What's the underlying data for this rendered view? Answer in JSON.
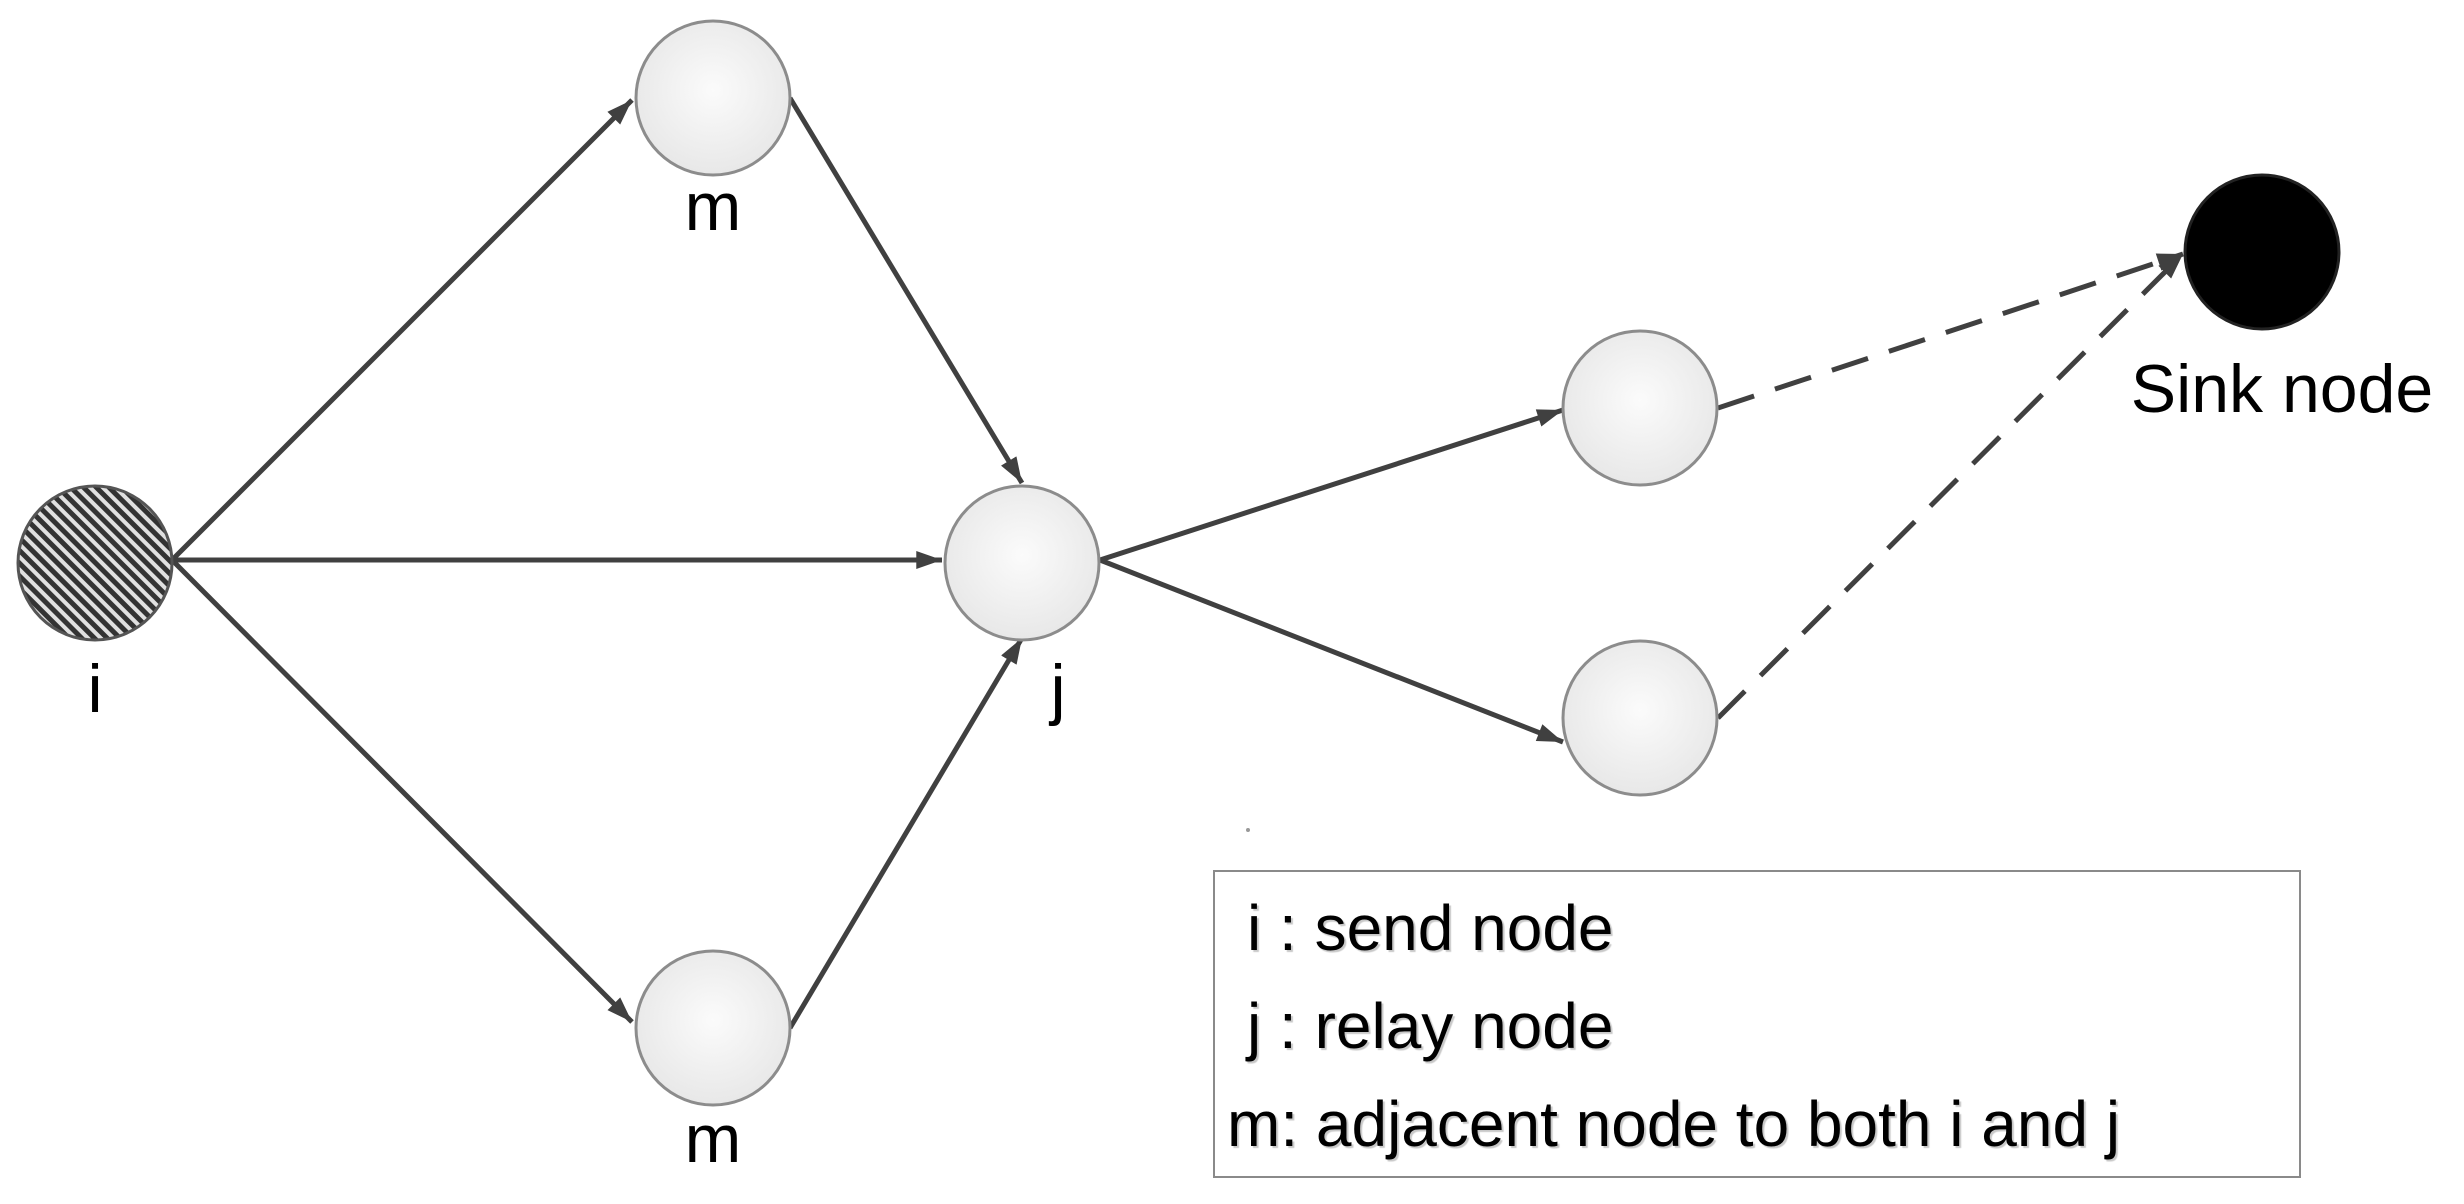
{
  "nodes": {
    "i": {
      "label": "i"
    },
    "m_top": {
      "label": "m"
    },
    "m_bottom": {
      "label": "m"
    },
    "j": {
      "label": "j"
    },
    "sink": {
      "label": "Sink node"
    }
  },
  "legend": {
    "line1": "i : send node",
    "line2": "j : relay node",
    "line3": "m: adjacent node to both i and j"
  },
  "colors": {
    "edge": "#404040",
    "node_fill": "#f2f2f2",
    "node_stroke": "#8c8c8c",
    "sink_fill": "#000000",
    "send_hatch": "#333333"
  }
}
